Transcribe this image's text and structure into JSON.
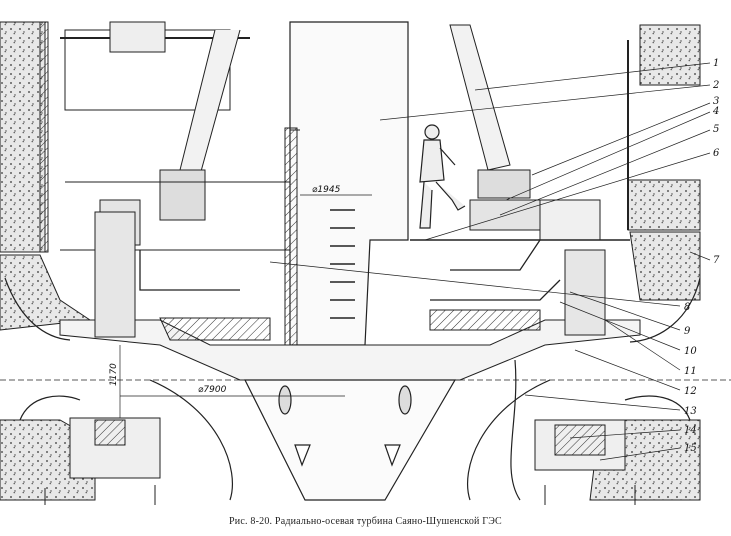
{
  "figure": {
    "caption": "Рис. 8-20. Радиально-осевая турбина Саяно-Шушенской ГЭС",
    "dimensions": {
      "shaft_diameter": "⌀1945",
      "runner_diameter": "⌀7900",
      "height": "1170"
    },
    "callouts": [
      "1",
      "2",
      "3",
      "4",
      "5",
      "6",
      "7",
      "8",
      "9",
      "10",
      "11",
      "12",
      "13",
      "14",
      "15"
    ]
  }
}
